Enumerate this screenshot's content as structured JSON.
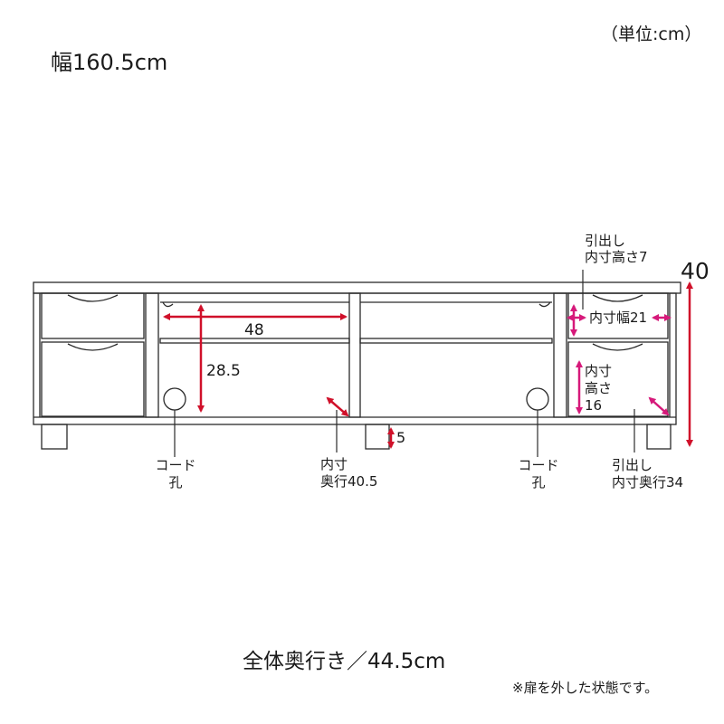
{
  "header": {
    "unit": "（単位:cm）",
    "width": "幅160.5cm",
    "height": "40"
  },
  "dimensions": {
    "inner_width_center": "48",
    "inner_height_center": "28.5",
    "leg_height": "5",
    "drawer_inner_height_line1": "引出し",
    "drawer_inner_height_line2": "内寸高さ7",
    "drawer_inner_width": "内寸幅21",
    "side_inner_height_line1": "内寸",
    "side_inner_height_line2": "高さ",
    "side_inner_height_line3": "16",
    "inner_depth_line1": "内寸",
    "inner_depth_line2": "奥行40.5",
    "drawer_inner_depth_line1": "引出し",
    "drawer_inner_depth_line2": "内寸奥行34"
  },
  "callouts": {
    "cord_hole_left_line1": "コード",
    "cord_hole_left_line2": "孔",
    "cord_hole_right_line1": "コード",
    "cord_hole_right_line2": "孔"
  },
  "footer": {
    "total_depth": "全体奥行き／44.5cm",
    "note": "※扉を外した状態です。"
  },
  "colors": {
    "red_arrow": "#d0102a",
    "magenta_arrow": "#d6197a",
    "line": "#2a2a2a"
  }
}
